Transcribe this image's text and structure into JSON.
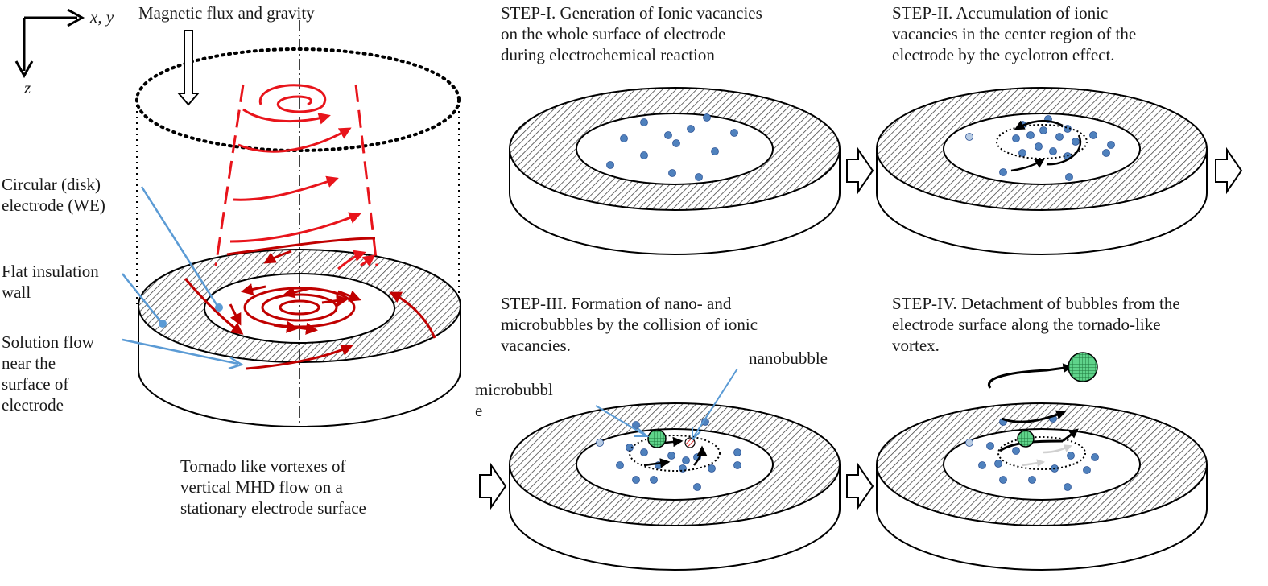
{
  "axes": {
    "horizontal_label": "x, y",
    "vertical_label": "z"
  },
  "left_panel": {
    "field_label": "Magnetic flux and gravity",
    "electrode_label": "Circular (disk)\nelectrode (WE)",
    "wall_label": "Flat insulation\nwall",
    "flow_label": "Solution flow\nnear the\nsurface of\nelectrode",
    "caption": "Tornado like vortexes of\nvertical MHD flow on a\nstationary electrode surface"
  },
  "steps": [
    {
      "title": "STEP-I. Generation of Ionic vacancies\non the whole surface of electrode\nduring electrochemical reaction"
    },
    {
      "title": "STEP-II. Accumulation of ionic\nvacancies in the center region of the\nelectrode by the cyclotron effect."
    },
    {
      "title": "STEP-III. Formation of nano- and\nmicrobubbles by the collision of ionic\nvacancies."
    },
    {
      "title": "STEP-IV. Detachment of bubbles from the\nelectrode surface along the tornado-like\nvortex."
    }
  ],
  "bubble_labels": {
    "nanobubble": "nanobubble",
    "microbubble": "microbubbl\ne"
  },
  "colors": {
    "vacancy_dot": "#4f81bd",
    "vortex_red": "#e8141b",
    "vortex_dark_red": "#c00000",
    "leader_line": "#5b9bd5",
    "microbubble_green": "#3cb371",
    "nanobubble_red": "#e03030"
  }
}
